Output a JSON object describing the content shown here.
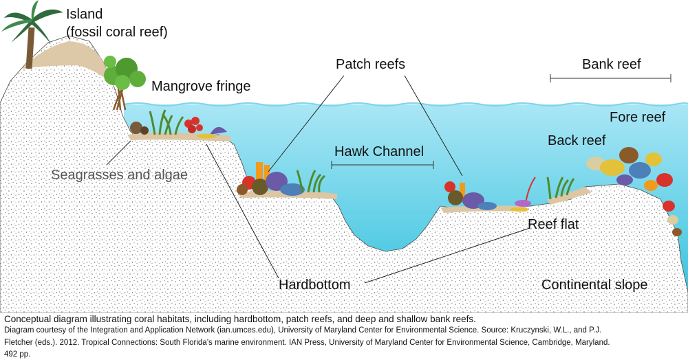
{
  "labels": {
    "island_line1": "Island",
    "island_line2": "(fossil coral reef)",
    "mangrove": "Mangrove fringe",
    "patch_reefs": "Patch reefs",
    "bank_reef": "Bank reef",
    "fore_reef": "Fore reef",
    "back_reef": "Back reef",
    "hawk_channel": "Hawk Channel",
    "seagrasses": "Seagrasses and algae",
    "reef_flat": "Reef flat",
    "hardbottom": "Hardbottom",
    "continental_slope": "Continental slope"
  },
  "caption": {
    "main": "Conceptual diagram illustrating coral habitats, including hardbottom, patch reefs, and deep and shallow bank reefs.",
    "credit_line1": "Diagram courtesy of the Integration and Application Network (ian.umces.edu), University of Maryland Center for Environmental Science.  Source:  Kruczynski, W.L., and P.J.",
    "credit_line2": "Fletcher (eds.). 2012. Tropical Connections: South Florida’s marine environment.  IAN Press, University of Maryland Center for Environmental Science, Cambridge, Maryland.",
    "credit_line3": "492 pp."
  },
  "colors": {
    "water_top": "#a9e6f5",
    "water_bottom": "#2fc0dc",
    "sand": "#ffffff",
    "stipple": "#6a6a6a",
    "island_soil": "#ddc8a8",
    "palm_green": "#2f6b3c",
    "mangrove_green": "#5fae3c",
    "seagrass": "#4f8a2c",
    "coral_orange": "#f29a1d",
    "coral_red": "#d8332b",
    "coral_purple": "#6a5aa8",
    "coral_blue": "#4d7fb8",
    "coral_yellow": "#e3c23a",
    "coral_brown": "#8b5a2b",
    "leader_line": "#222222"
  }
}
